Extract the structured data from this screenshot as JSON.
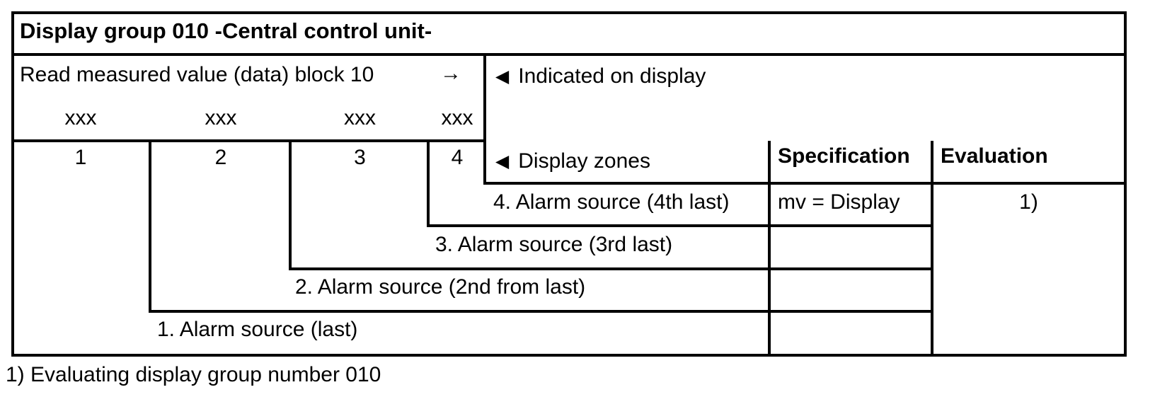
{
  "colors": {
    "ink": "#000000",
    "paper": "#ffffff"
  },
  "table": {
    "title": "Display group 010 -Central control unit-",
    "read_block": {
      "label": "Read measured value (data) block 10",
      "arrow": "→"
    },
    "value_placeholders": [
      "xxx",
      "xxx",
      "xxx",
      "xxx"
    ],
    "zone_numbers": [
      "1",
      "2",
      "3",
      "4"
    ],
    "legend": {
      "marker": "◀",
      "indicated": "Indicated on display",
      "display_zones": "Display zones"
    },
    "column_headers": {
      "specification": "Specification",
      "evaluation": "Evaluation"
    },
    "rows": [
      {
        "description": "4. Alarm source (4th last)",
        "specification": "mv = Display",
        "evaluation": "1)"
      },
      {
        "description": "3. Alarm source (3rd last)",
        "specification": "",
        "evaluation": ""
      },
      {
        "description": "2. Alarm source (2nd from last)",
        "specification": "",
        "evaluation": ""
      },
      {
        "description": "1. Alarm source (last)",
        "specification": "",
        "evaluation": ""
      }
    ]
  },
  "footnote": "1) Evaluating display group number 010"
}
